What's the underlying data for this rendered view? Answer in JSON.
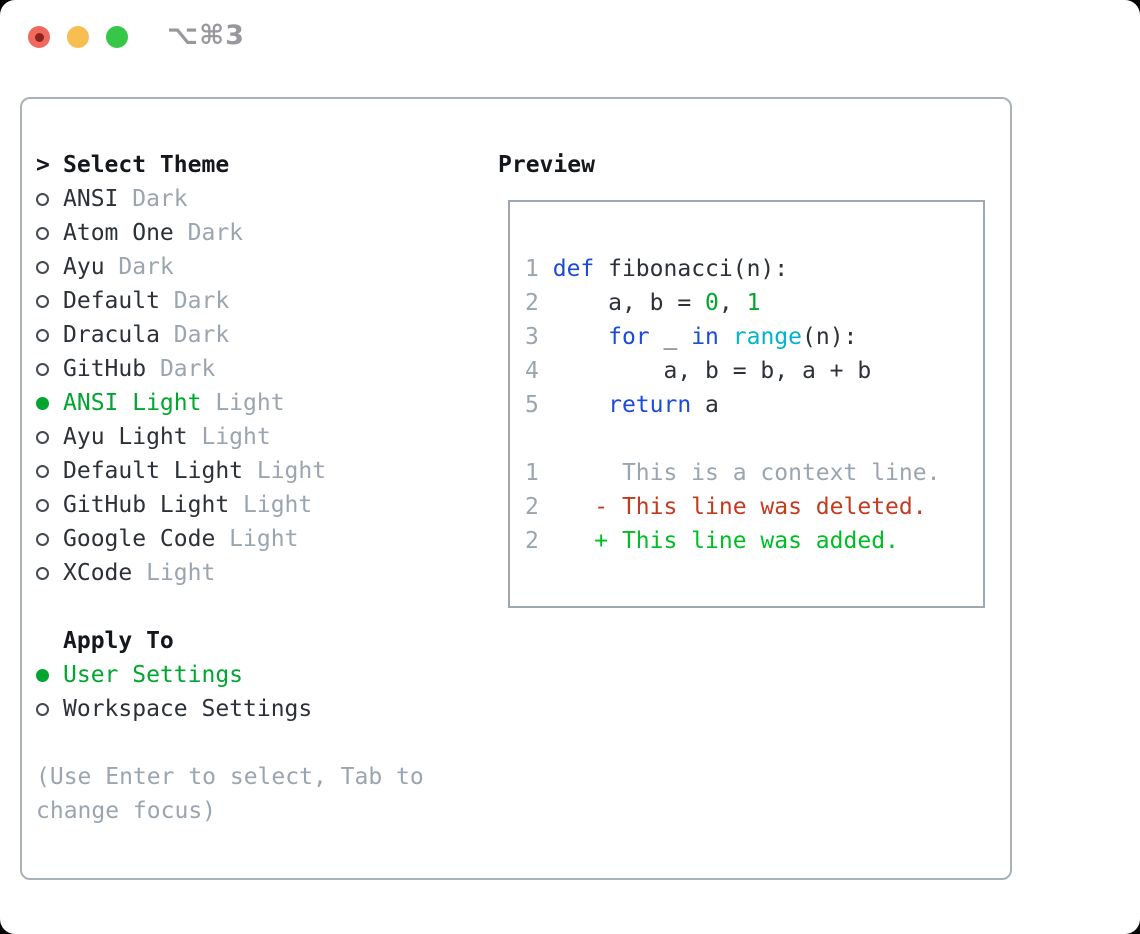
{
  "titlebar": {
    "title": "⌥⌘3"
  },
  "panel": {
    "theme_selector": {
      "prompt": ">",
      "header": "Select Theme",
      "items": [
        {
          "name": "ANSI",
          "variant": "Dark",
          "selected": false
        },
        {
          "name": "Atom One",
          "variant": "Dark",
          "selected": false
        },
        {
          "name": "Ayu",
          "variant": "Dark",
          "selected": false
        },
        {
          "name": "Default",
          "variant": "Dark",
          "selected": false
        },
        {
          "name": "Dracula",
          "variant": "Dark",
          "selected": false
        },
        {
          "name": "GitHub",
          "variant": "Dark",
          "selected": false
        },
        {
          "name": "ANSI Light",
          "variant": "Light",
          "selected": true
        },
        {
          "name": "Ayu Light",
          "variant": "Light",
          "selected": false
        },
        {
          "name": "Default Light",
          "variant": "Light",
          "selected": false
        },
        {
          "name": "GitHub Light",
          "variant": "Light",
          "selected": false
        },
        {
          "name": "Google Code",
          "variant": "Light",
          "selected": false
        },
        {
          "name": "XCode",
          "variant": "Light",
          "selected": false
        }
      ]
    },
    "apply_to": {
      "header": "Apply To",
      "options": [
        {
          "label": "User Settings",
          "selected": true
        },
        {
          "label": "Workspace Settings",
          "selected": false
        }
      ]
    },
    "help_lines": [
      "(Use Enter to select, Tab to",
      "change focus)"
    ],
    "preview": {
      "title": "Preview",
      "lines": [
        {
          "num": "1",
          "tokens": [
            [
              "plain",
              " "
            ],
            [
              "kw",
              "def"
            ],
            [
              "plain",
              " fibonacci(n):"
            ]
          ]
        },
        {
          "num": "2",
          "tokens": [
            [
              "plain",
              "     a, b = "
            ],
            [
              "num",
              "0"
            ],
            [
              "plain",
              ", "
            ],
            [
              "num",
              "1"
            ]
          ]
        },
        {
          "num": "3",
          "tokens": [
            [
              "plain",
              "     "
            ],
            [
              "kw",
              "for"
            ],
            [
              "plain",
              " _ "
            ],
            [
              "kw",
              "in"
            ],
            [
              "plain",
              " "
            ],
            [
              "fn",
              "range"
            ],
            [
              "plain",
              "(n):"
            ]
          ]
        },
        {
          "num": "4",
          "tokens": [
            [
              "plain",
              "         a, b = b, a + b"
            ]
          ]
        },
        {
          "num": "5",
          "tokens": [
            [
              "plain",
              "     "
            ],
            [
              "kw",
              "return"
            ],
            [
              "plain",
              " a"
            ]
          ]
        },
        {
          "num": "",
          "tokens": []
        },
        {
          "num": "1",
          "tokens": [
            [
              "ctx",
              "      This is a context line."
            ]
          ]
        },
        {
          "num": "2",
          "tokens": [
            [
              "del",
              "    - This line was deleted."
            ]
          ]
        },
        {
          "num": "2",
          "tokens": [
            [
              "add",
              "    + This line was added."
            ]
          ]
        }
      ]
    }
  },
  "colors": {
    "selected_green": "#00a62e",
    "added_green": "#00bd25",
    "deleted_red": "#c43a1f",
    "keyword_blue": "#1c4ad9",
    "function_cyan": "#00b4cc",
    "number_green": "#00a62e",
    "muted_gray": "#9aa5b0",
    "text_dark": "#2c3138"
  }
}
